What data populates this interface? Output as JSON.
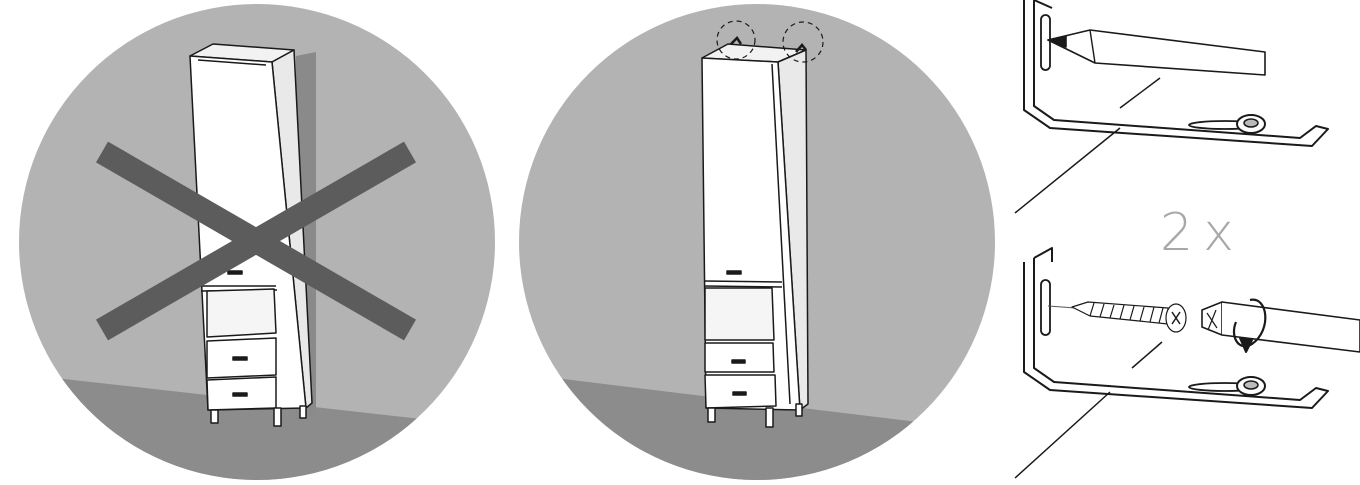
{
  "figure": {
    "quantity_label": "2x"
  },
  "panels": [
    {
      "id": "free-standing",
      "depicts": "tall-cabinet",
      "crossed_out": true
    },
    {
      "id": "anchored",
      "depicts": "tall-cabinet",
      "crossed_out": false,
      "callouts": 2
    },
    {
      "id": "mark-holes",
      "tool": "pencil"
    },
    {
      "id": "drive-screw",
      "tool": "screwdriver",
      "fastener": "wood-screw"
    }
  ],
  "colors": {
    "circle_fill": "#b3b3b3",
    "floor_fill": "#8c8c8c",
    "cross_stroke": "#5c5c5c",
    "line_art": "#1a1a1a",
    "cabinet_fill": "#ffffff",
    "quantity_text": "#a8a8a8"
  }
}
